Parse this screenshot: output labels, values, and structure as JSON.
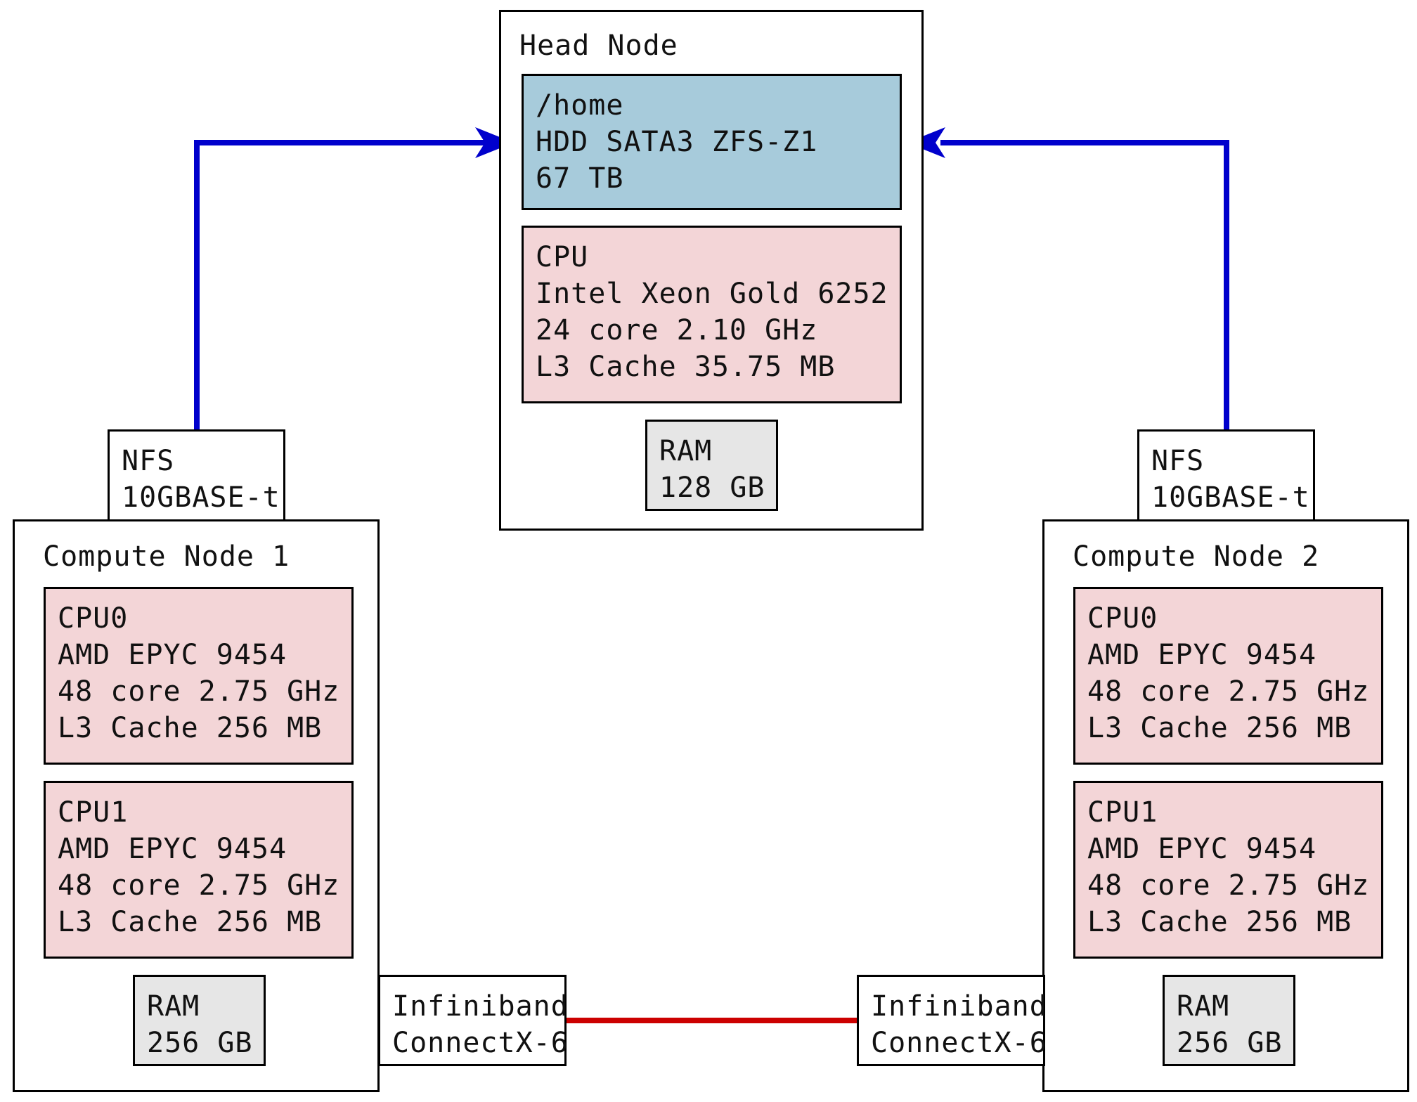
{
  "head_node": {
    "title": "Head Node",
    "storage": {
      "line1": "/home",
      "line2": "HDD SATA3 ZFS-Z1",
      "line3": "67 TB"
    },
    "cpu": {
      "line1": "CPU",
      "line2": "Intel Xeon Gold 6252",
      "line3": "24 core 2.10 GHz",
      "line4": "L3 Cache 35.75 MB"
    },
    "ram": {
      "line1": "RAM",
      "line2": "128 GB"
    }
  },
  "compute_node_1": {
    "title": "Compute Node 1",
    "cpu0": {
      "line1": "CPU0",
      "line2": "AMD EPYC 9454",
      "line3": "48 core 2.75 GHz",
      "line4": "L3 Cache 256 MB"
    },
    "cpu1": {
      "line1": "CPU1",
      "line2": "AMD EPYC 9454",
      "line3": "48 core 2.75 GHz",
      "line4": "L3 Cache 256 MB"
    },
    "ram": {
      "line1": "RAM",
      "line2": "256 GB"
    },
    "nfs": {
      "line1": "NFS",
      "line2": "10GBASE-t"
    },
    "infiniband": {
      "line1": "Infiniband",
      "line2": "ConnectX-6"
    }
  },
  "compute_node_2": {
    "title": "Compute Node 2",
    "cpu0": {
      "line1": "CPU0",
      "line2": "AMD EPYC 9454",
      "line3": "48 core 2.75 GHz",
      "line4": "L3 Cache 256 MB"
    },
    "cpu1": {
      "line1": "CPU1",
      "line2": "AMD EPYC 9454",
      "line3": "48 core 2.75 GHz",
      "line4": "L3 Cache 256 MB"
    },
    "ram": {
      "line1": "RAM",
      "line2": "256 GB"
    },
    "nfs": {
      "line1": "NFS",
      "line2": "10GBASE-t"
    },
    "infiniband": {
      "line1": "Infiniband",
      "line2": "ConnectX-6"
    }
  },
  "colors": {
    "nfs_link": "#0000cc",
    "infiniband_link": "#cc0000",
    "storage_fill": "#a7cbdb",
    "cpu_fill": "#f3d5d7",
    "ram_fill": "#e6e6e6"
  }
}
